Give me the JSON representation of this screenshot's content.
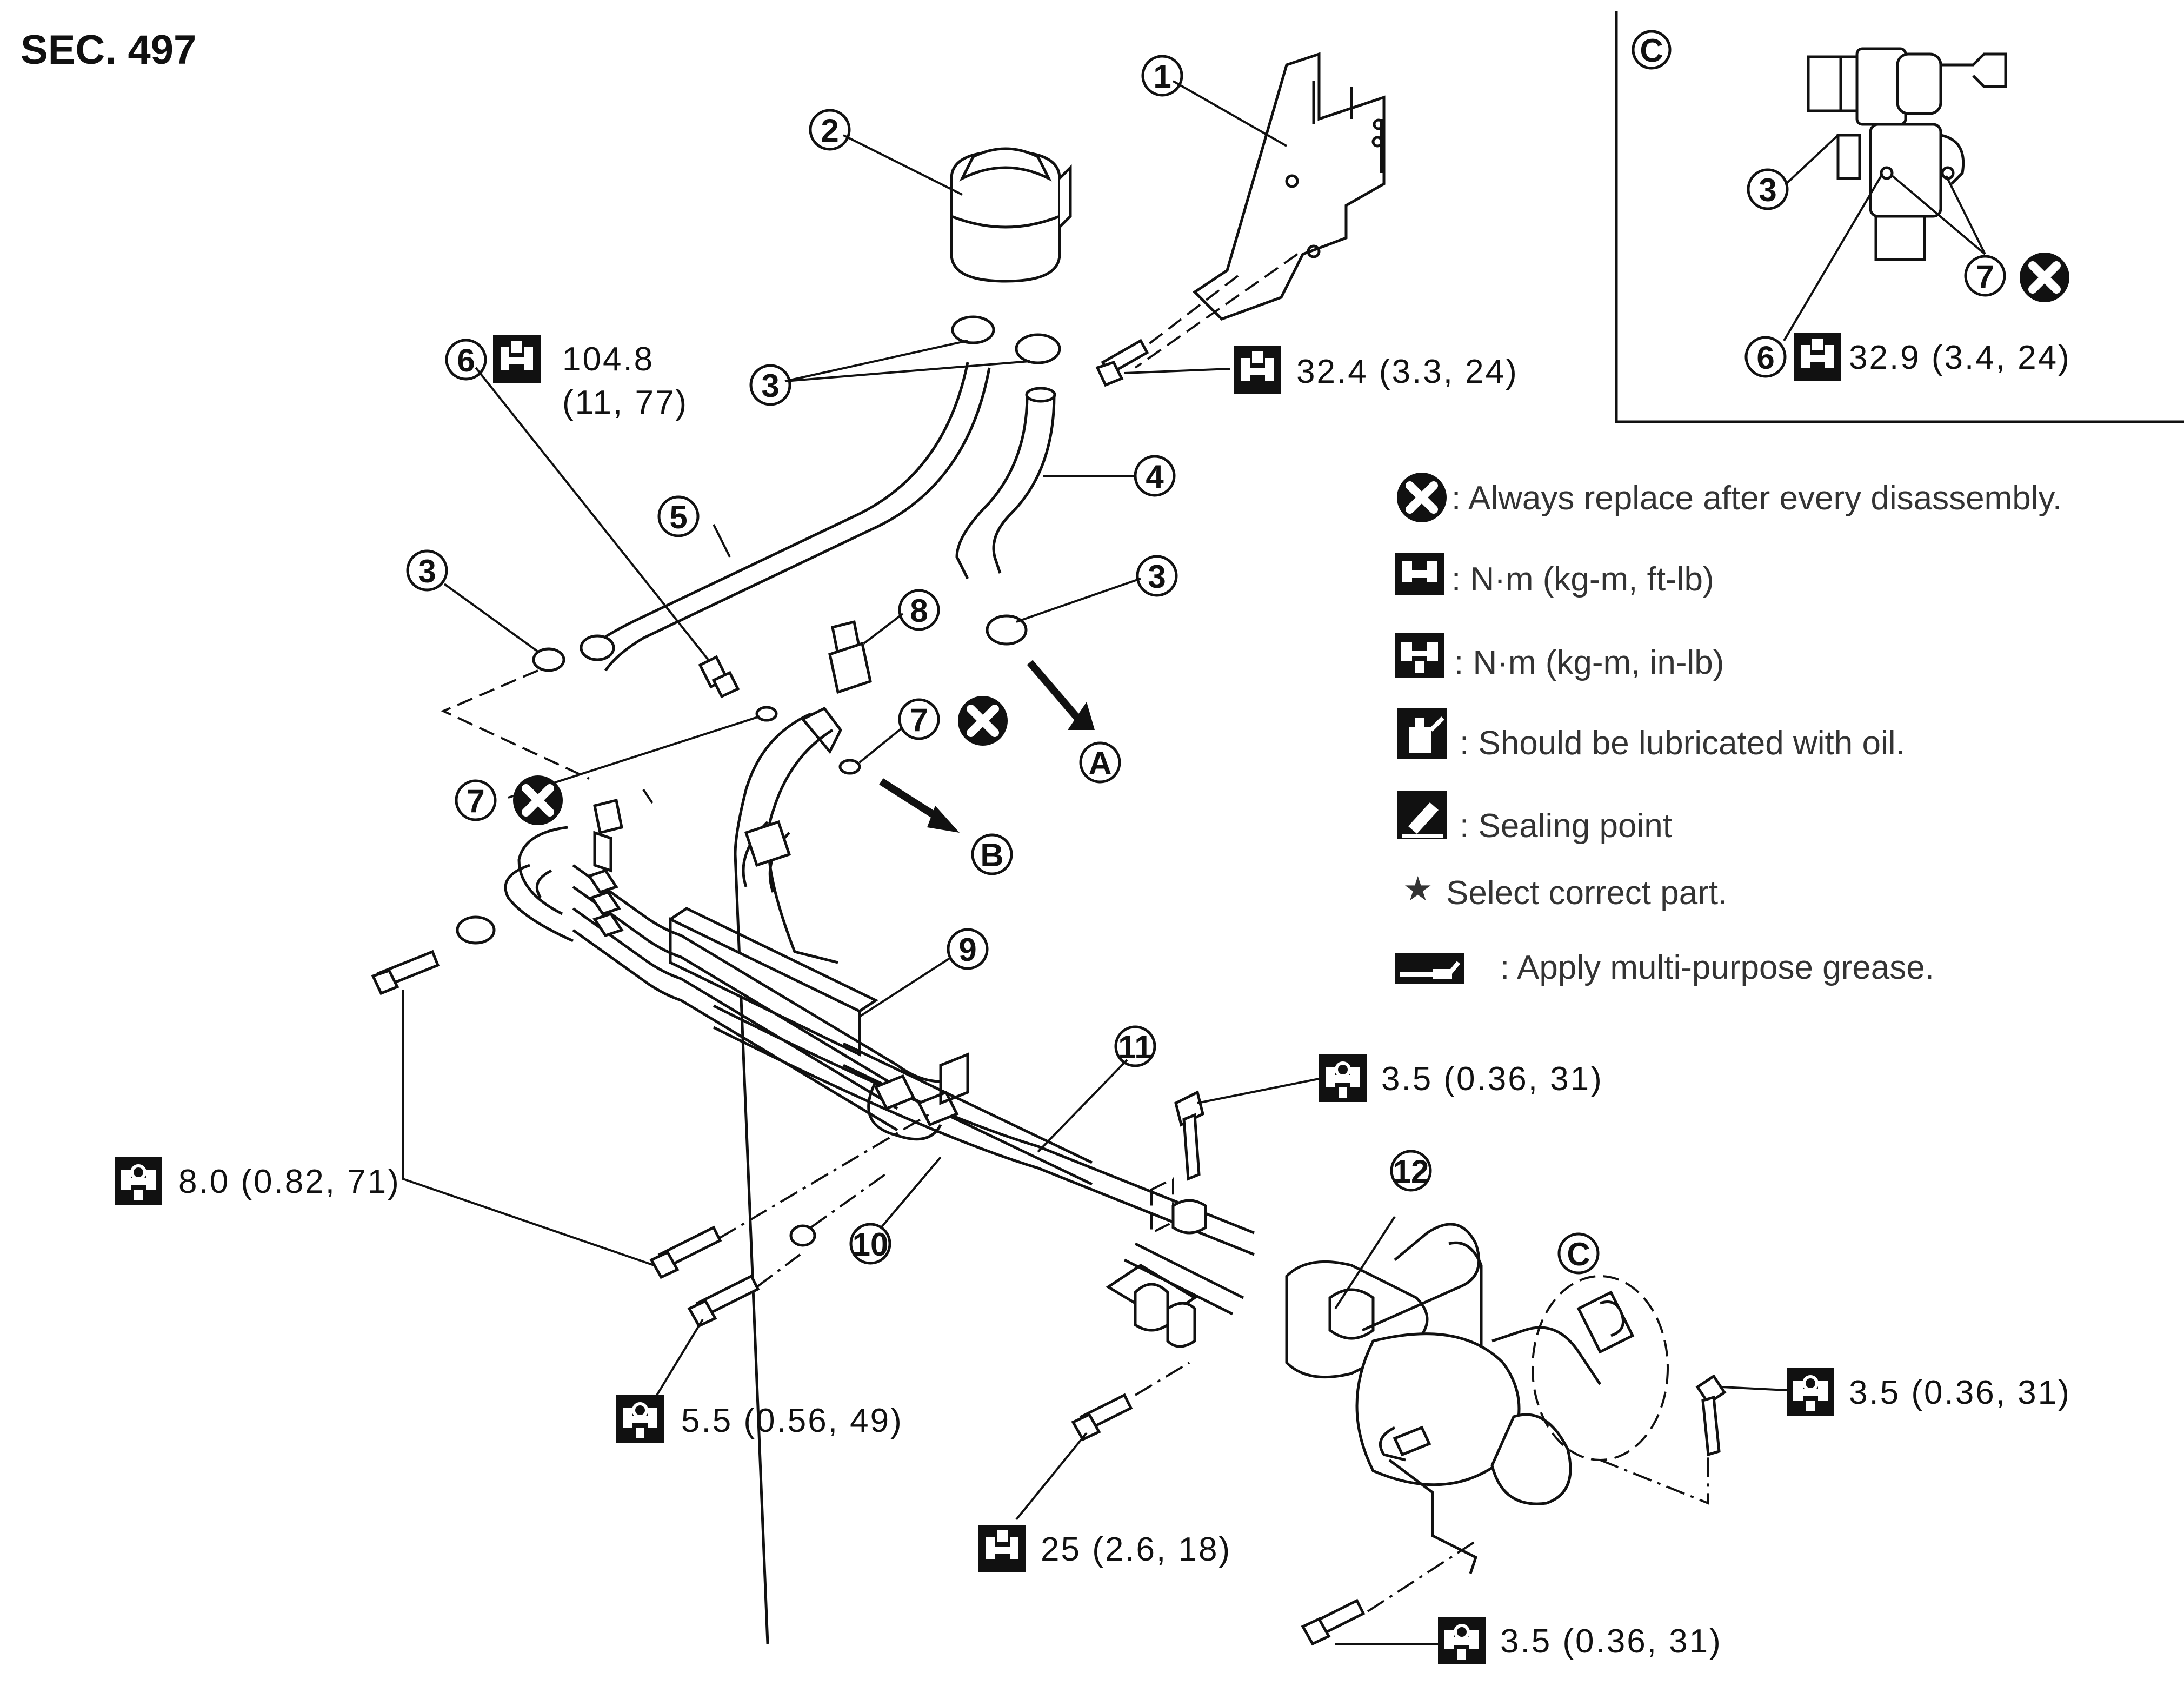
{
  "section": "SEC. 497",
  "callouts": {
    "c1": "1",
    "c2": "2",
    "c3": "3",
    "c4": "4",
    "c5": "5",
    "c6": "6",
    "c7": "7",
    "c8": "8",
    "c9": "9",
    "c10": "10",
    "c11": "11",
    "c12": "12",
    "A": "A",
    "B": "B",
    "C": "C"
  },
  "torques": {
    "t_bracket": "32.4 (3.3, 24)",
    "t_hose6_line1": "104.8",
    "t_hose6_line2": "(11, 77)",
    "t_detail_c": "32.9 (3.4, 24)",
    "t_clamp_top": "3.5 (0.36, 31)",
    "t_cooler_left": "8.0 (0.82, 71)",
    "t_cooler_bottom": "5.5 (0.56, 49)",
    "t_gear_right": "3.5 (0.36, 31)",
    "t_gear_mount": "25 (2.6, 18)",
    "t_gear_bottom": "3.5 (0.36, 31)"
  },
  "legend": [
    {
      "icon": "replace-icon",
      "text": ": Always replace after every disassembly."
    },
    {
      "icon": "torque-nm-ftlb-icon",
      "text": ": N·m (kg-m, ft-lb)"
    },
    {
      "icon": "torque-nm-inlb-icon",
      "text": ": N·m (kg-m, in-lb)"
    },
    {
      "icon": "oil-can-icon",
      "text": ": Should be lubricated with oil."
    },
    {
      "icon": "sealing-point-icon",
      "text": ": Sealing point"
    },
    {
      "icon": "star-icon",
      "text": "Select correct part."
    },
    {
      "icon": "grease-icon",
      "text": ": Apply multi-purpose grease."
    }
  ],
  "legend_star": "★"
}
